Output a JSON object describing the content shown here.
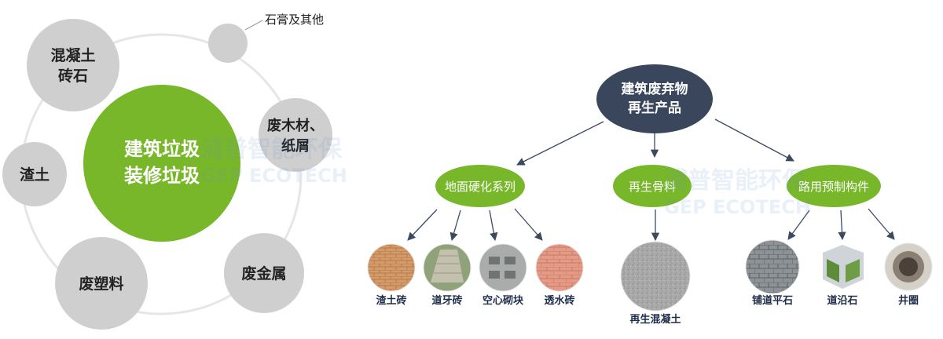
{
  "left_diagram": {
    "center": [
      "建筑垃圾",
      "装修垃圾"
    ],
    "satellites": {
      "concrete": [
        "混凝土",
        "砖石"
      ],
      "gypsum": [
        "石膏及其他"
      ],
      "wood": [
        "废木材、",
        "纸屑"
      ],
      "soil": [
        "渣土"
      ],
      "metal": [
        "废金属"
      ],
      "plastic": [
        "废塑料"
      ]
    }
  },
  "right_diagram": {
    "root": [
      "建筑废弃物",
      "再生产品"
    ],
    "categories": {
      "hardening": "地面硬化系列",
      "aggregate": "再生骨料",
      "prefab": "路用预制构件"
    },
    "products": {
      "slag_brick": "渣土砖",
      "curb_brick": "道牙砖",
      "hollow_block": "空心砌块",
      "permeable_brick": "透水砖",
      "recycled_concrete": "再生混凝土",
      "paving_stone": "铺道平石",
      "edge_stone": "道沿石",
      "manhole_ring": "井圈"
    }
  },
  "watermark": {
    "cn": "浦普智能环保",
    "en": "GEP ECOTECH"
  },
  "colors": {
    "green": "#78b72a",
    "grey": "#cfcfcf",
    "navy": "#39465b",
    "ring": "#e6e6e6",
    "arrow": "#3c4a60",
    "text_dark": "#222222"
  }
}
